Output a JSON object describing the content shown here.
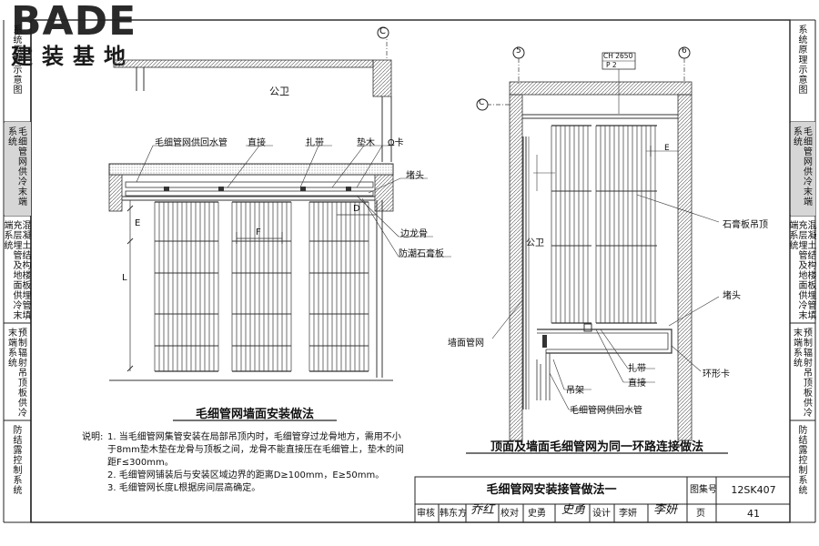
{
  "logo": {
    "brand": "BADE",
    "subtitle": "建装基地"
  },
  "left_tabs": [
    {
      "label": "系统原理示意图",
      "active": false
    },
    {
      "label": "毛细管网供冷末端系统",
      "active": true
    },
    {
      "label": "混凝土结构楼板埋管填充层埋管及地面供冷末端系统",
      "active": false
    },
    {
      "label": "预制辐射吊顶板供冷末端系统",
      "active": false
    },
    {
      "label": "防结露控制系统",
      "active": false
    }
  ],
  "left_diagram": {
    "room_label": "公卫",
    "axis_label": "C",
    "callouts": {
      "supply_return": "毛细管网供回水管",
      "direct": "直接",
      "cable_tie": "扎带",
      "pad": "垫木",
      "omega_clip": "Ω卡",
      "plug": "堵头",
      "edge_keel": "边龙骨",
      "moisture_board": "防潮石膏板"
    },
    "dims": {
      "e": "E",
      "f": "F",
      "d": "D",
      "l": "L"
    },
    "caption": "毛细管网墙面安装做法"
  },
  "right_diagram": {
    "axis_5": "5",
    "axis_6": "6",
    "axis_c": "C",
    "box_code": "CH 2650",
    "box_sub": "P 2",
    "room_label": "公卫",
    "callouts": {
      "gypsum_ceiling": "石膏板吊顶",
      "plug": "堵头",
      "wall_mesh": "墙面管网",
      "ring_clip": "环形卡",
      "cable_tie": "扎带",
      "direct": "直接",
      "hanger": "吊架",
      "supply_return": "毛细管网供回水管"
    },
    "dims": {
      "e": "E"
    },
    "caption": "顶面及墙面毛细管网为同一环路连接做法"
  },
  "notes": {
    "heading": "说明:",
    "lines": [
      "1. 当毛细管网集管安装在局部吊顶内时，毛细管穿过龙骨地方，需用不小",
      "于8mm垫木垫在龙骨与顶板之间，龙骨不能直接压在毛细管上，垫木的间",
      "距F≤300mm。",
      "2. 毛细管网铺装后与安装区域边界的距离D≥100mm，E≥50mm。",
      "3. 毛细管网长度L根据房间层高确定。"
    ]
  },
  "title_block": {
    "title": "毛细管网安装接管做法一",
    "atlas_label": "图集号",
    "atlas_no": "12SK407",
    "review_label": "审核",
    "reviewer": "韩东方",
    "check_label": "校对",
    "checker": "史勇",
    "design_label": "设计",
    "designer": "李妍",
    "page_label": "页",
    "page_no": "41"
  },
  "right_tabs": [
    {
      "label": "系统原理示意图",
      "active": false
    },
    {
      "label": "毛细管网供冷末端系统",
      "active": true
    },
    {
      "label": "混凝土结构楼板埋管填充层埋管及地面供冷末端系统",
      "active": false
    },
    {
      "label": "预制辐射吊顶板供冷末端系统",
      "active": false
    },
    {
      "label": "防结露控制系统",
      "active": false
    }
  ]
}
